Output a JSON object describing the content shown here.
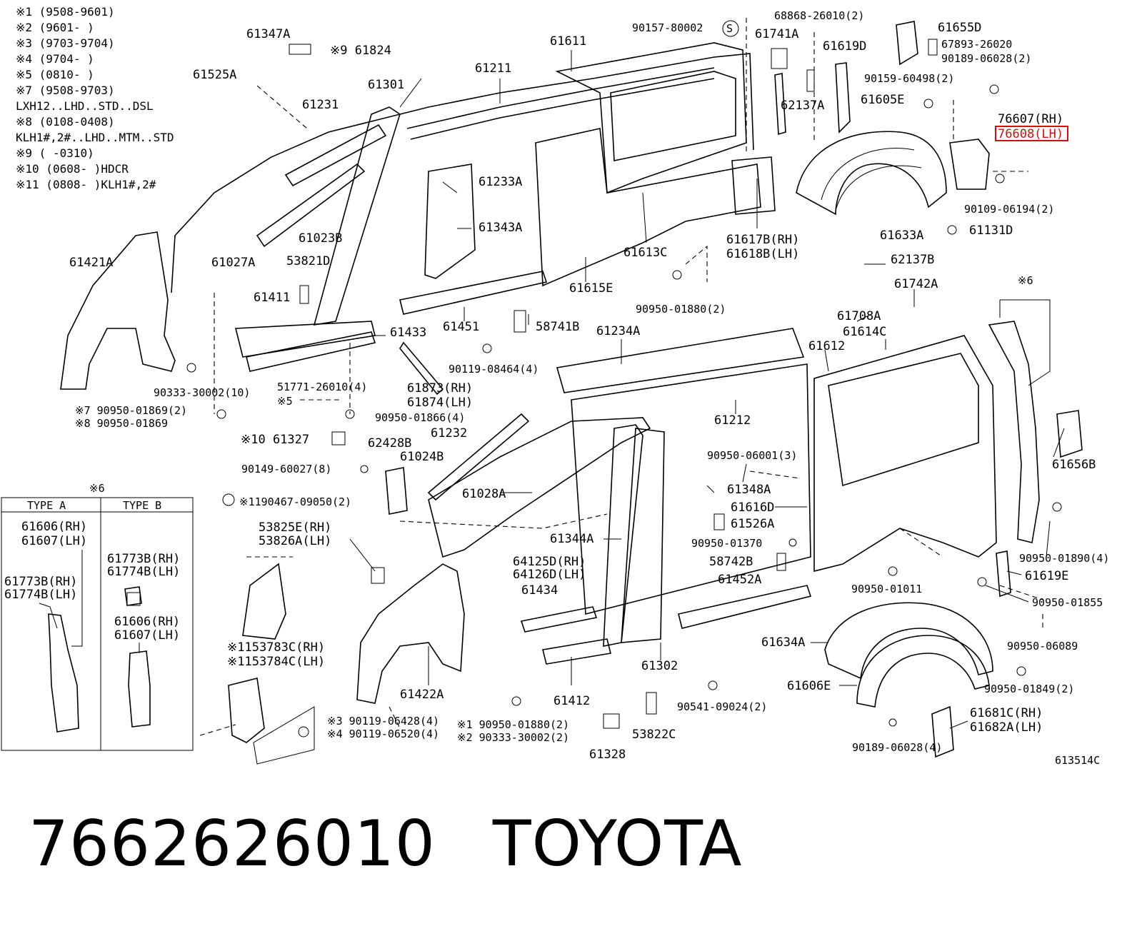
{
  "key_notes": [
    "※1   (9508-9601)",
    "※2   (9601-    )",
    "※3   (9703-9704)",
    "※4   (9704-    )",
    "※5   (0810-    )",
    "※7   (9508-9703)",
    "      LXH12..LHD..STD..DSL",
    "※8   (0108-0408)",
    "      KLH1#,2#..LHD..MTM..STD",
    "※9   (     -0310)",
    "※10  (0608-    )HDCR",
    "※11  (0808-    )KLH1#,2#"
  ],
  "callouts": {
    "c61347A": "61347A",
    "c9_61824": "※9 61824",
    "c61525A": "61525A",
    "c61231": "61231",
    "c61301": "61301",
    "c61211": "61211",
    "c61611": "61611",
    "c90157": "90157-80002",
    "cS": "S",
    "c61741A": "61741A",
    "c68868": "68868-26010(2)",
    "c61619D": "61619D",
    "c61655D": "61655D",
    "c67893": "67893-26020",
    "c90189a": "90189-06028(2)",
    "c90159": "90159-60498(2)",
    "c61605E": "61605E",
    "c62137A": "62137A",
    "c76607": "76607(RH)",
    "c76608": "76608(LH)",
    "c90109": "90109-06194(2)",
    "c61633A": "61633A",
    "c61131D": "61131D",
    "c62137B": "62137B",
    "c61742A": "61742A",
    "c61708A": "61708A",
    "c61614C": "61614C",
    "c61612": "61612",
    "c6a": "※6",
    "c61656B": "61656B",
    "c61233A": "61233A",
    "c61343A": "61343A",
    "c61613C": "61613C",
    "c61617B": "61617B(RH)",
    "c61618B": "61618B(LH)",
    "c61615E": "61615E",
    "c90950_01880": "90950-01880(2)",
    "c61421A": "61421A",
    "c61027A": "61027A",
    "c61023B": "61023B",
    "c53821D": "53821D",
    "c61411": "61411",
    "c61433": "61433",
    "c61451": "61451",
    "c58741B": "58741B",
    "c61234A": "61234A",
    "c90119_08464": "90119-08464(4)",
    "c90333": "90333-30002(10)",
    "c51771": "51771-26010(4)",
    "c5": "※5",
    "c61873": "61873(RH)",
    "c61874": "61874(LH)",
    "c7_90950": "※7 90950-01869(2)",
    "c8_90950": "※8 90950-01869",
    "c90950_01866": "90950-01866(4)",
    "c10_61327": "※10 61327",
    "c61232": "61232",
    "c62428B": "62428B",
    "c61024B": "61024B",
    "c90149": "90149-60027(8)",
    "c61212": "61212",
    "c90950_06001": "90950-06001(3)",
    "c61348A": "61348A",
    "c61028A": "61028A",
    "c1190467": "※1190467-09050(2)",
    "c61616D": "61616D",
    "c53825E": "53825E(RH)",
    "c53826A": "53826A(LH)",
    "c61526A": "61526A",
    "c61344A": "61344A",
    "c90950_01370": "90950-01370",
    "c58742B": "58742B",
    "c64125D": "64125D(RH)",
    "c64126D": "64126D(LH)",
    "c61434": "61434",
    "c61452A": "61452A",
    "c90950_01011": "90950-01011",
    "c61619E": "61619E",
    "c90950_01890": "90950-01890(4)",
    "c90950_01855": "90950-01855",
    "c61634A": "61634A",
    "c90950_06089": "90950-06089",
    "c53783C": "※1153783C(RH)",
    "c53784C": "※1153784C(LH)",
    "c61302": "61302",
    "c61606E": "61606E",
    "c90950_01849": "90950-01849(2)",
    "c61422A": "61422A",
    "c61412": "61412",
    "c90541": "90541-09024(2)",
    "c61681C": "61681C(RH)",
    "c61682A": "61682A(LH)",
    "c3_90119": "※3 90119-06428(4)",
    "c4_90119": "※4 90119-06520(4)",
    "c1_90950": "※1 90950-01880(2)",
    "c2_90333": "※2 90333-30002(2)",
    "c61328": "61328",
    "c53822C": "53822C",
    "c90189b": "90189-06028(4)",
    "c_fig": "613514C"
  },
  "type_box": {
    "marker": "※6",
    "col_a_header": "TYPE A",
    "col_b_header": "TYPE B",
    "a_61606": "61606(RH)",
    "a_61607": "61607(LH)",
    "a_61773B": "61773B(RH)",
    "a_61774B": "61774B(LH)",
    "b_61773B": "61773B(RH)",
    "b_61774B": "61774B(LH)",
    "b_61606": "61606(RH)",
    "b_61607": "61607(LH)"
  },
  "footer": {
    "part_number": "7662626010",
    "brand": "TOYOTA"
  },
  "highlight_color": "#d01010"
}
